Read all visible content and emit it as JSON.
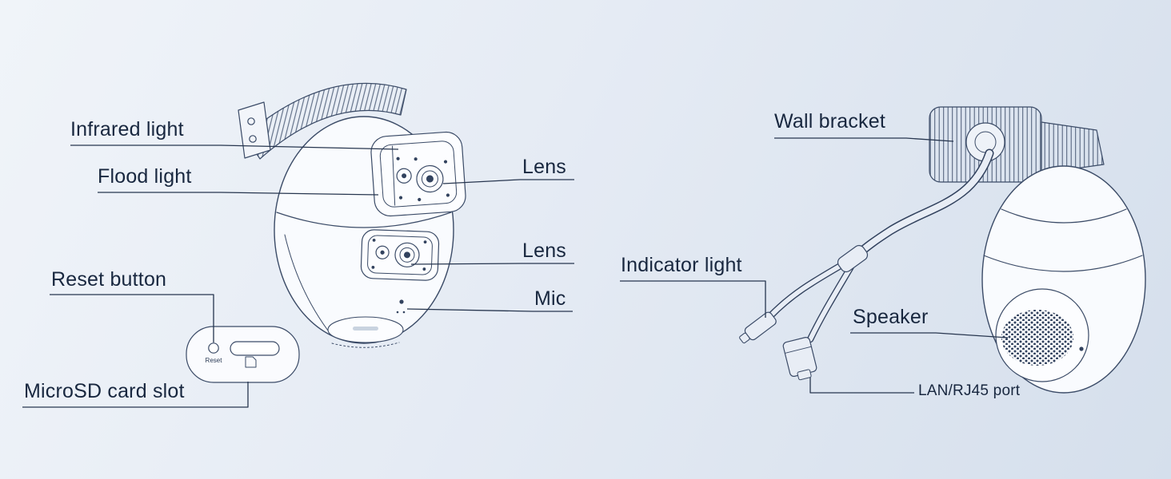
{
  "page": {
    "title": "Security camera parts diagram"
  },
  "colors": {
    "ink": "#18273f",
    "line": "#3b4b67",
    "leader": "#27364f",
    "bg_start": "#f0f4f9",
    "bg_end": "#d5dfec"
  },
  "front_view": {
    "labels": {
      "infrared_light": "Infrared light",
      "flood_light": "Flood light",
      "lens_top": "Lens",
      "lens_bottom": "Lens",
      "mic": "Mic",
      "reset_button": "Reset button",
      "microsd_card_slot": "MicroSD card slot",
      "reset_caption": "Reset"
    }
  },
  "rear_view": {
    "labels": {
      "wall_bracket": "Wall bracket",
      "indicator_light": "Indicator light",
      "speaker": "Speaker",
      "lan_rj45_port": "LAN/RJ45 port"
    }
  }
}
